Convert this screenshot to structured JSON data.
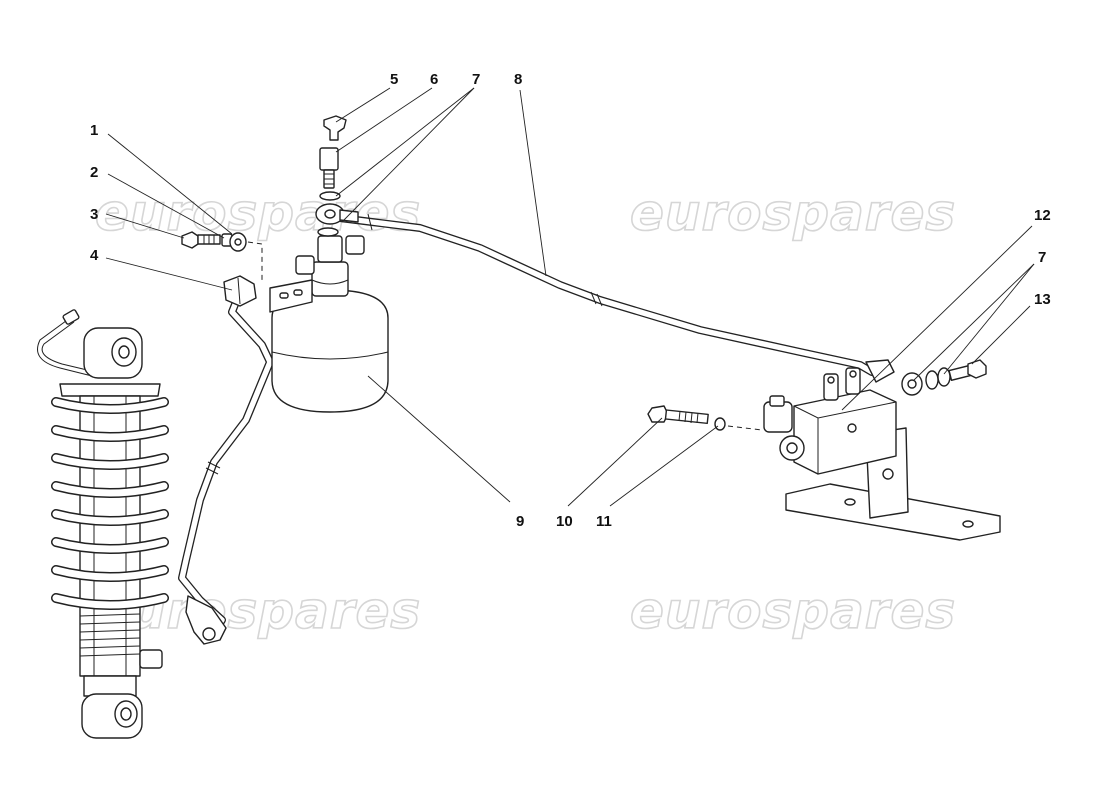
{
  "watermark": {
    "text": "eurospares",
    "color": "#d6d6d6"
  },
  "callouts": [
    {
      "id": "c1",
      "label": "1"
    },
    {
      "id": "c2",
      "label": "2"
    },
    {
      "id": "c3",
      "label": "3"
    },
    {
      "id": "c4",
      "label": "4"
    },
    {
      "id": "c5",
      "label": "5"
    },
    {
      "id": "c6",
      "label": "6"
    },
    {
      "id": "c7a",
      "label": "7"
    },
    {
      "id": "c8",
      "label": "8"
    },
    {
      "id": "c9",
      "label": "9"
    },
    {
      "id": "c10",
      "label": "10"
    },
    {
      "id": "c11",
      "label": "11"
    },
    {
      "id": "c12",
      "label": "12"
    },
    {
      "id": "c7b",
      "label": "7"
    },
    {
      "id": "c13",
      "label": "13"
    }
  ],
  "components": {
    "shock_absorber": "shock-absorber",
    "accumulator": "accumulator-sphere",
    "valve_block": "valve-block",
    "hydraulic_pipe": "hydraulic-pipe"
  },
  "colors": {
    "line": "#222222",
    "background": "#ffffff"
  }
}
